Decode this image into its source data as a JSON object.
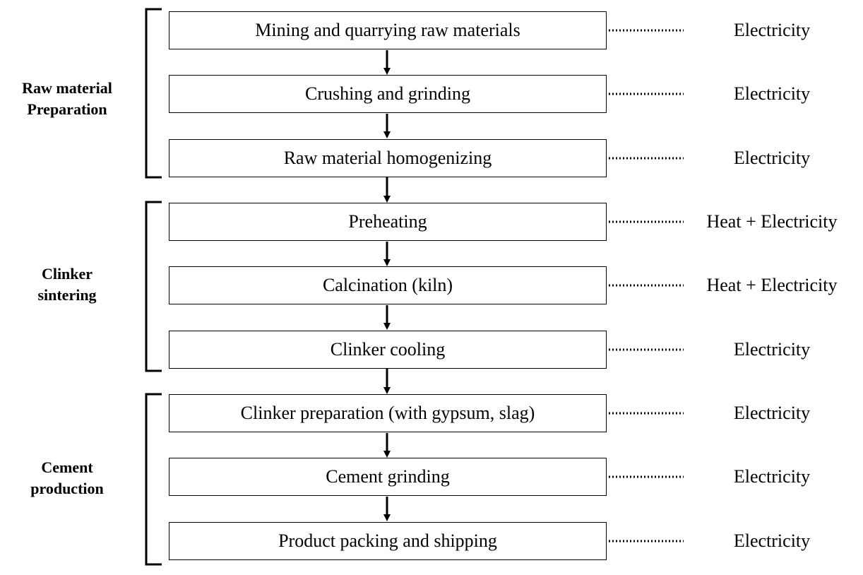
{
  "groups": [
    {
      "label_line1": "Raw material",
      "label_line2": "Preparation"
    },
    {
      "label_line1": "Clinker",
      "label_line2": "sintering"
    },
    {
      "label_line1": "Cement",
      "label_line2": "production"
    }
  ],
  "steps": [
    {
      "label": "Mining and quarrying raw materials",
      "energy": "Electricity"
    },
    {
      "label": "Crushing and grinding",
      "energy": "Electricity"
    },
    {
      "label": "Raw material homogenizing",
      "energy": "Electricity"
    },
    {
      "label": "Preheating",
      "energy": "Heat + Electricity"
    },
    {
      "label": "Calcination (kiln)",
      "energy": "Heat + Electricity"
    },
    {
      "label": "Clinker cooling",
      "energy": "Electricity"
    },
    {
      "label": "Clinker preparation (with gypsum, slag)",
      "energy": "Electricity"
    },
    {
      "label": "Cement grinding",
      "energy": "Electricity"
    },
    {
      "label": "Product packing and shipping",
      "energy": "Electricity"
    }
  ]
}
